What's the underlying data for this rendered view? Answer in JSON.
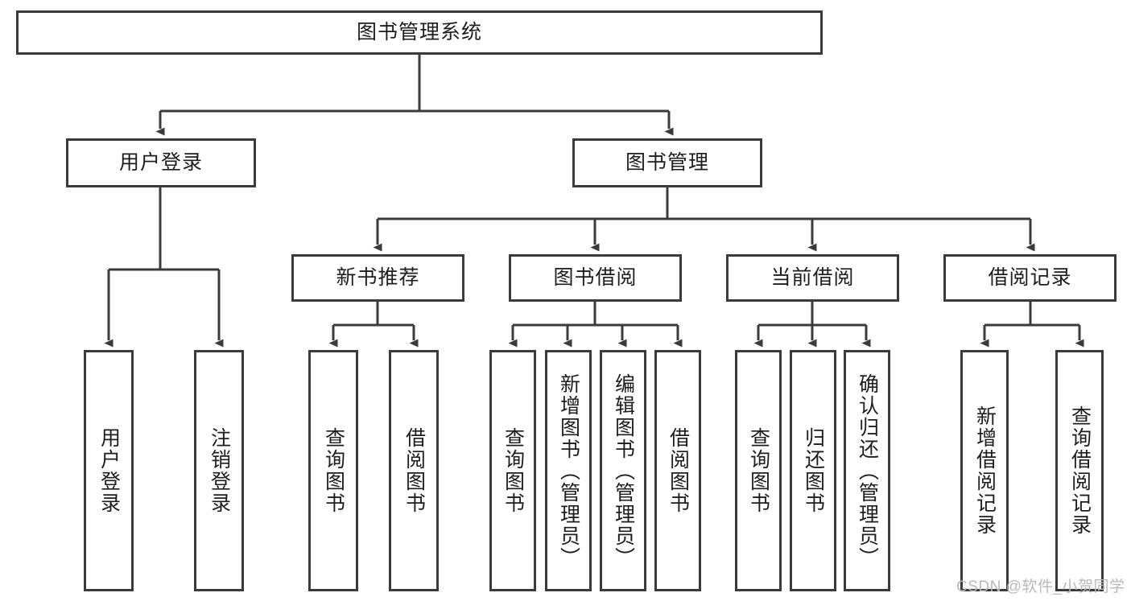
{
  "diagram": {
    "type": "tree-hierarchy-chart",
    "title": "图书管理系统",
    "root": {
      "id": "root",
      "label": "图书管理系统"
    },
    "level1": [
      {
        "id": "user-login",
        "label": "用户登录"
      },
      {
        "id": "book-manage",
        "label": "图书管理"
      }
    ],
    "level2": [
      {
        "id": "new-book-recommend",
        "label": "新书推荐",
        "parent": "book-manage"
      },
      {
        "id": "book-borrow",
        "label": "图书借阅",
        "parent": "book-manage"
      },
      {
        "id": "current-borrow",
        "label": "当前借阅",
        "parent": "book-manage"
      },
      {
        "id": "borrow-record",
        "label": "借阅记录",
        "parent": "book-manage"
      }
    ],
    "leaves": {
      "user-login": [
        {
          "id": "leaf-user-login",
          "label": "用户登录"
        },
        {
          "id": "leaf-user-logout",
          "label": "注销登录"
        }
      ],
      "new-book-recommend": [
        {
          "id": "leaf-query-book-1",
          "label": "查询图书"
        },
        {
          "id": "leaf-borrow-book-1",
          "label": "借阅图书"
        }
      ],
      "book-borrow": [
        {
          "id": "leaf-query-book-2",
          "label": "查询图书"
        },
        {
          "id": "leaf-add-book",
          "label": "新增图书（管理员）"
        },
        {
          "id": "leaf-edit-book",
          "label": "编辑图书（管理员）"
        },
        {
          "id": "leaf-borrow-book-2",
          "label": "借阅图书"
        }
      ],
      "current-borrow": [
        {
          "id": "leaf-query-book-3",
          "label": "查询图书"
        },
        {
          "id": "leaf-return-book",
          "label": "归还图书"
        },
        {
          "id": "leaf-confirm-return",
          "label": "确认归还（管理员）"
        }
      ],
      "borrow-record": [
        {
          "id": "leaf-add-record",
          "label": "新增借阅记录"
        },
        {
          "id": "leaf-query-record",
          "label": "查询借阅记录"
        }
      ]
    }
  },
  "watermark": {
    "text": "CSDN @软件_小贺同学"
  },
  "colors": {
    "border": "#3b3b3b",
    "background": "#ffffff",
    "text": "#1d1d1d",
    "watermark": "#b9b9b9"
  }
}
